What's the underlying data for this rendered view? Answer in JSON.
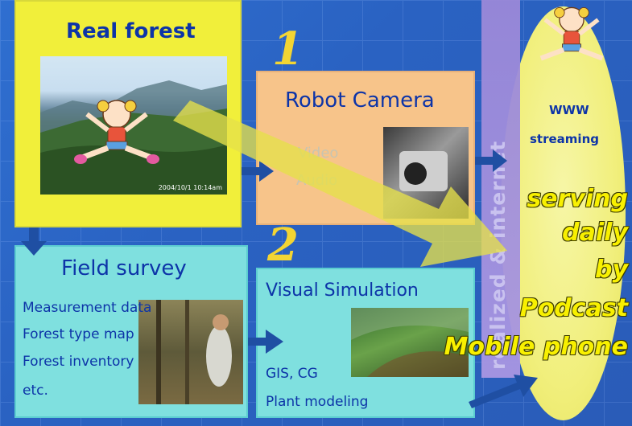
{
  "real_forest": {
    "title": "Real forest",
    "photo_caption": "2004/10/1 10:14am"
  },
  "robot": {
    "number": "1",
    "title": "Robot Camera",
    "video": "Video",
    "audio": "Audio"
  },
  "field": {
    "title": "Field survey",
    "items": [
      "Measurement data",
      "Forest type map",
      "Forest inventory",
      "etc."
    ]
  },
  "visual": {
    "number": "2",
    "title": "Visual Simulation",
    "items": [
      "GIS, CG",
      "Plant modeling"
    ]
  },
  "band": {
    "text": "realized & internet"
  },
  "ellipse": {
    "www": "WWW",
    "streaming": "streaming"
  },
  "serving": [
    "serving",
    "daily",
    "by",
    "Podcast",
    "Mobile phone"
  ],
  "colors": {
    "background": "#2f6fd0",
    "real_box": "#f1ef3a",
    "robot_box": "#f7c48a",
    "cyan_box": "#7fe0df",
    "title_text": "#0d34a8",
    "arrow_yellow": "#e6e04a",
    "arrow_blue": "#1f4fa3"
  }
}
